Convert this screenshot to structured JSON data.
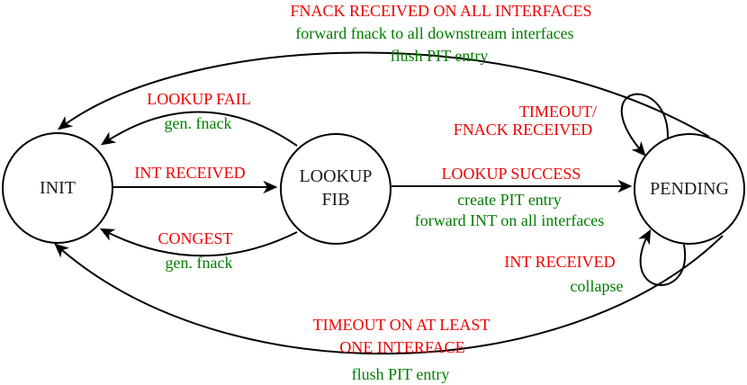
{
  "diagram_type": "state-machine",
  "colors": {
    "event_text": "#ee0000",
    "action_text": "#007d00",
    "line": "#000000",
    "state_fill": "#ffffff",
    "state_text": "#1a1a1a",
    "page_background": "#ffffff"
  },
  "states": {
    "init": {
      "label": "INIT"
    },
    "lookup_fib": {
      "label_line1": "LOOKUP",
      "label_line2": "FIB"
    },
    "pending": {
      "label": "PENDING"
    }
  },
  "transitions": {
    "pending_to_init_top": {
      "from": "PENDING",
      "to": "INIT",
      "event": "FNACK RECEIVED ON ALL INTERFACES",
      "action_line1": "forward fnack to all downstream interfaces",
      "action_line2": "flush PIT entry"
    },
    "lookupfib_to_init_fail": {
      "from": "LOOKUP FIB",
      "to": "INIT",
      "event": "LOOKUP FAIL",
      "action": "gen. fnack"
    },
    "init_to_lookupfib": {
      "from": "INIT",
      "to": "LOOKUP FIB",
      "event": "INT RECEIVED"
    },
    "pending_self_top": {
      "from": "PENDING",
      "to": "PENDING",
      "event_line1": "TIMEOUT/",
      "event_line2": "FNACK RECEIVED"
    },
    "lookupfib_to_pending": {
      "from": "LOOKUP FIB",
      "to": "PENDING",
      "event": "LOOKUP SUCCESS",
      "action_line1": "create PIT entry",
      "action_line2": "forward INT on all interfaces"
    },
    "lookupfib_to_init_congest": {
      "from": "LOOKUP FIB",
      "to": "INIT",
      "event": "CONGEST",
      "action": "gen. fnack"
    },
    "pending_self_bottom": {
      "from": "PENDING",
      "to": "PENDING",
      "event": "INT RECEIVED",
      "action": "collapse"
    },
    "pending_to_init_bottom": {
      "from": "PENDING",
      "to": "INIT",
      "event_line1": "TIMEOUT ON AT LEAST",
      "event_line2": "ONE INTERFACE",
      "action": "flush PIT entry"
    }
  }
}
